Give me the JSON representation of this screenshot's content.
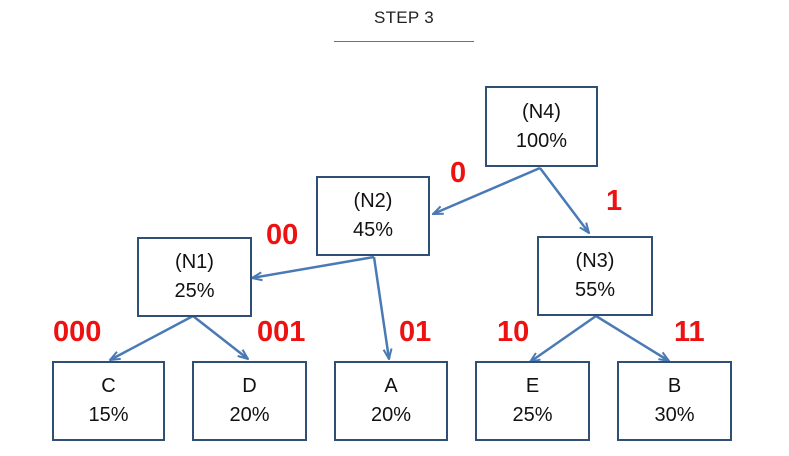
{
  "title": "STEP 3",
  "nodes": {
    "n4": {
      "label": "(N4)",
      "value": "100%"
    },
    "n2": {
      "label": "(N2)",
      "value": "45%"
    },
    "n3": {
      "label": "(N3)",
      "value": "55%"
    },
    "n1": {
      "label": "(N1)",
      "value": "25%"
    },
    "c": {
      "label": "C",
      "value": "15%"
    },
    "d": {
      "label": "D",
      "value": "20%"
    },
    "a": {
      "label": "A",
      "value": "20%"
    },
    "e": {
      "label": "E",
      "value": "25%"
    },
    "b": {
      "label": "B",
      "value": "30%"
    }
  },
  "codes": {
    "n2": "0",
    "n3": "1",
    "n1": "00",
    "a": "01",
    "c": "000",
    "d": "001",
    "e": "10",
    "b": "11"
  },
  "colors": {
    "edge": "#4a7ab5",
    "node_border": "#2f4f75",
    "code": "#ee1111"
  }
}
